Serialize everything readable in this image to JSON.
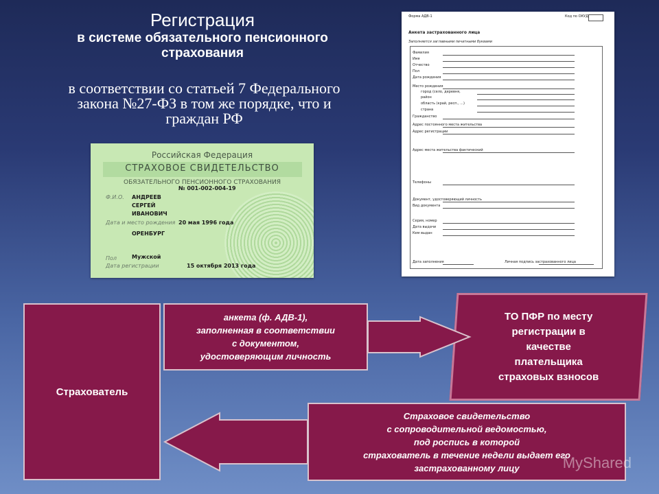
{
  "header": {
    "title": "Регистрация",
    "subtitle_line1": "в системе обязательного пенсионного",
    "subtitle_line2": "страхования"
  },
  "quote": {
    "line1": "в соответствии со статьей 7 Федерального",
    "line2": "закона №27-ФЗ в том же порядке, что и",
    "line3": "граждан РФ"
  },
  "certificate": {
    "country": "Российская Федерация",
    "title": "СТРАХОВОЕ СВИДЕТЕЛЬСТВО",
    "subtitle": "ОБЯЗАТЕЛЬНОГО ПЕНСИОННОГО СТРАХОВАНИЯ",
    "number": "№ 001-002-004-19",
    "fio_label": "Ф.И.О.",
    "last_name": "АНДРЕЕВ",
    "first_name": "СЕРГЕЙ",
    "patronymic": "ИВАНОВИЧ",
    "birth_label": "Дата и место рождения",
    "birth_date": "20 мая 1996 года",
    "birth_place": "ОРЕНБУРГ",
    "sex_label": "Пол",
    "sex": "Мужской",
    "reg_label": "Дата регистрации",
    "reg_date": "15 октября 2013 года"
  },
  "form": {
    "form_code": "Форма АДВ-1",
    "okud_label": "Код по ОКУД",
    "title": "Анкета застрахованного лица",
    "hint": "Заполняется заглавными печатными буквами",
    "fields": [
      "Фамилия",
      "Имя",
      "Отчество",
      "Пол",
      "Дата рождения",
      "Место рождения",
      "город (село, деревня,",
      "район",
      "область (край, респ., ...)",
      "страна",
      "Гражданство",
      "Адрес постоянного места жительства",
      "Адрес регистрации",
      "Адрес места жительства фактический",
      "Телефоны",
      "Документ, удостоверяющий личность",
      "Вид документа",
      "Серия, номер",
      "Дата выдачи",
      "Кем выдан",
      "Дата заполнения",
      "Личная подпись застрахованного лица"
    ]
  },
  "flow": {
    "insurer": "Страхователь",
    "anketa_lines": [
      "анкета (ф. АДВ-1),",
      "заполненная в соответствии",
      "с документом,",
      "удостоверяющим  личность"
    ],
    "pfr_lines": [
      "ТО ПФР по месту",
      "регистрации в",
      "качестве",
      "плательщика",
      "страховых взносов"
    ],
    "svid_lines": [
      "Страховое  свидетельство",
      "с сопроводительной  ведомостью,",
      "под роспись  в которой",
      "страхователь   в течение  недели выдает его",
      "застрахованному  лицу"
    ]
  },
  "watermark": "MyShared",
  "colors": {
    "box_fill": "#86194a",
    "background": "#2a3a74"
  }
}
